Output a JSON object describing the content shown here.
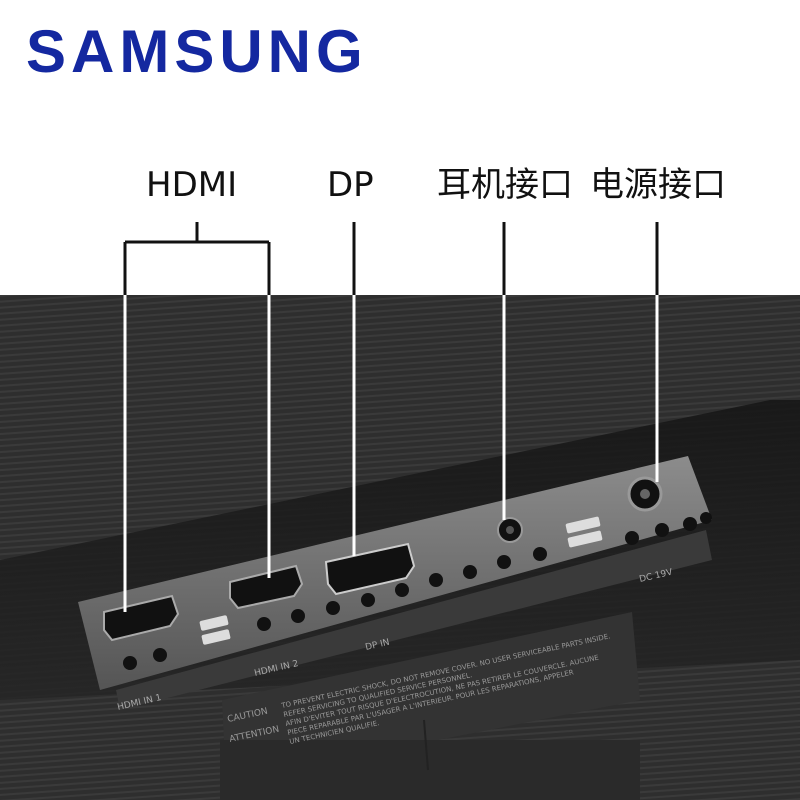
{
  "brand": {
    "logo_text": "SAMSUNG",
    "color": "#1428a0"
  },
  "labels": {
    "hdmi": "HDMI",
    "dp": "DP",
    "headphone": "耳机接口",
    "power": "电源接口"
  },
  "panel_text": {
    "hdmi_in_1": "HDMI IN 1",
    "hdmi_in_2": "HDMI IN 2",
    "dp_in": "DP IN",
    "dc": "DC 19V",
    "caution": "CAUTION",
    "attention": "ATTENTION",
    "warning_line1": "TO PREVENT ELECTRIC SHOCK, DO NOT REMOVE COVER. NO USER SERVICEABLE PARTS INSIDE.",
    "warning_line2": "REFER SERVICING TO QUALIFIED SERVICE PERSONNEL.",
    "warning_line3": "AFIN D'EVITER TOUT RISQUE D'ELECTROCUTION, NE PAS RETIRER LE COUVERCLE. AUCUNE",
    "warning_line4": "PIECE REPARABLE PAR L'USAGER A L'INTERIEUR. POUR LES REPARATIONS, APPELER",
    "warning_line5": "UN TECHNICIEN QUALIFIE."
  }
}
